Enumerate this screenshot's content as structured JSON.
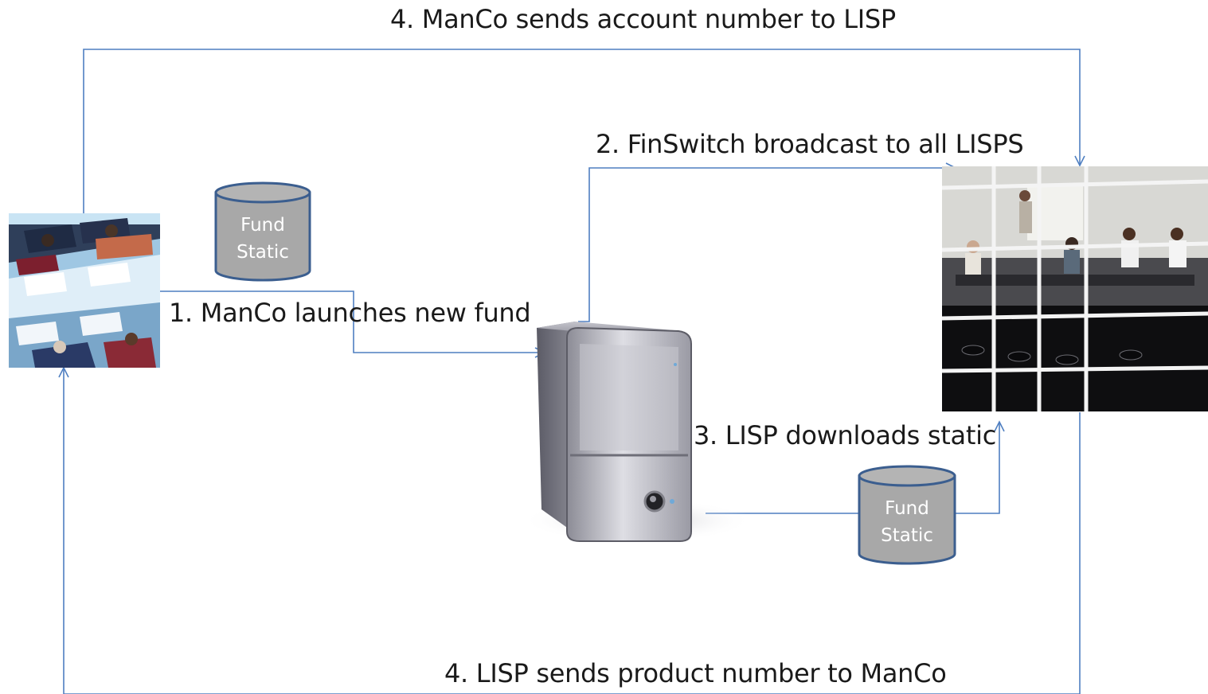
{
  "labels": {
    "step1": "1. ManCo launches new fund",
    "step2": "2. FinSwitch broadcast to all LISPS",
    "step3": "3. LISP downloads static",
    "step4_top": "4. ManCo sends account number to LISP",
    "step4_bottom": "4. LISP sends product number to ManCo"
  },
  "databases": {
    "upper": {
      "line1": "Fund",
      "line2": "Static"
    },
    "lower": {
      "line1": "Fund",
      "line2": "Static"
    }
  },
  "nodes": {
    "manco": "office-workers-photo",
    "finswitch": "server-tower-icon",
    "lisp": "meeting-room-photo"
  },
  "colors": {
    "connector": "#4f7fc1",
    "cylinder_fill": "#a8a8a8",
    "cylinder_border": "#3b5e8f"
  }
}
